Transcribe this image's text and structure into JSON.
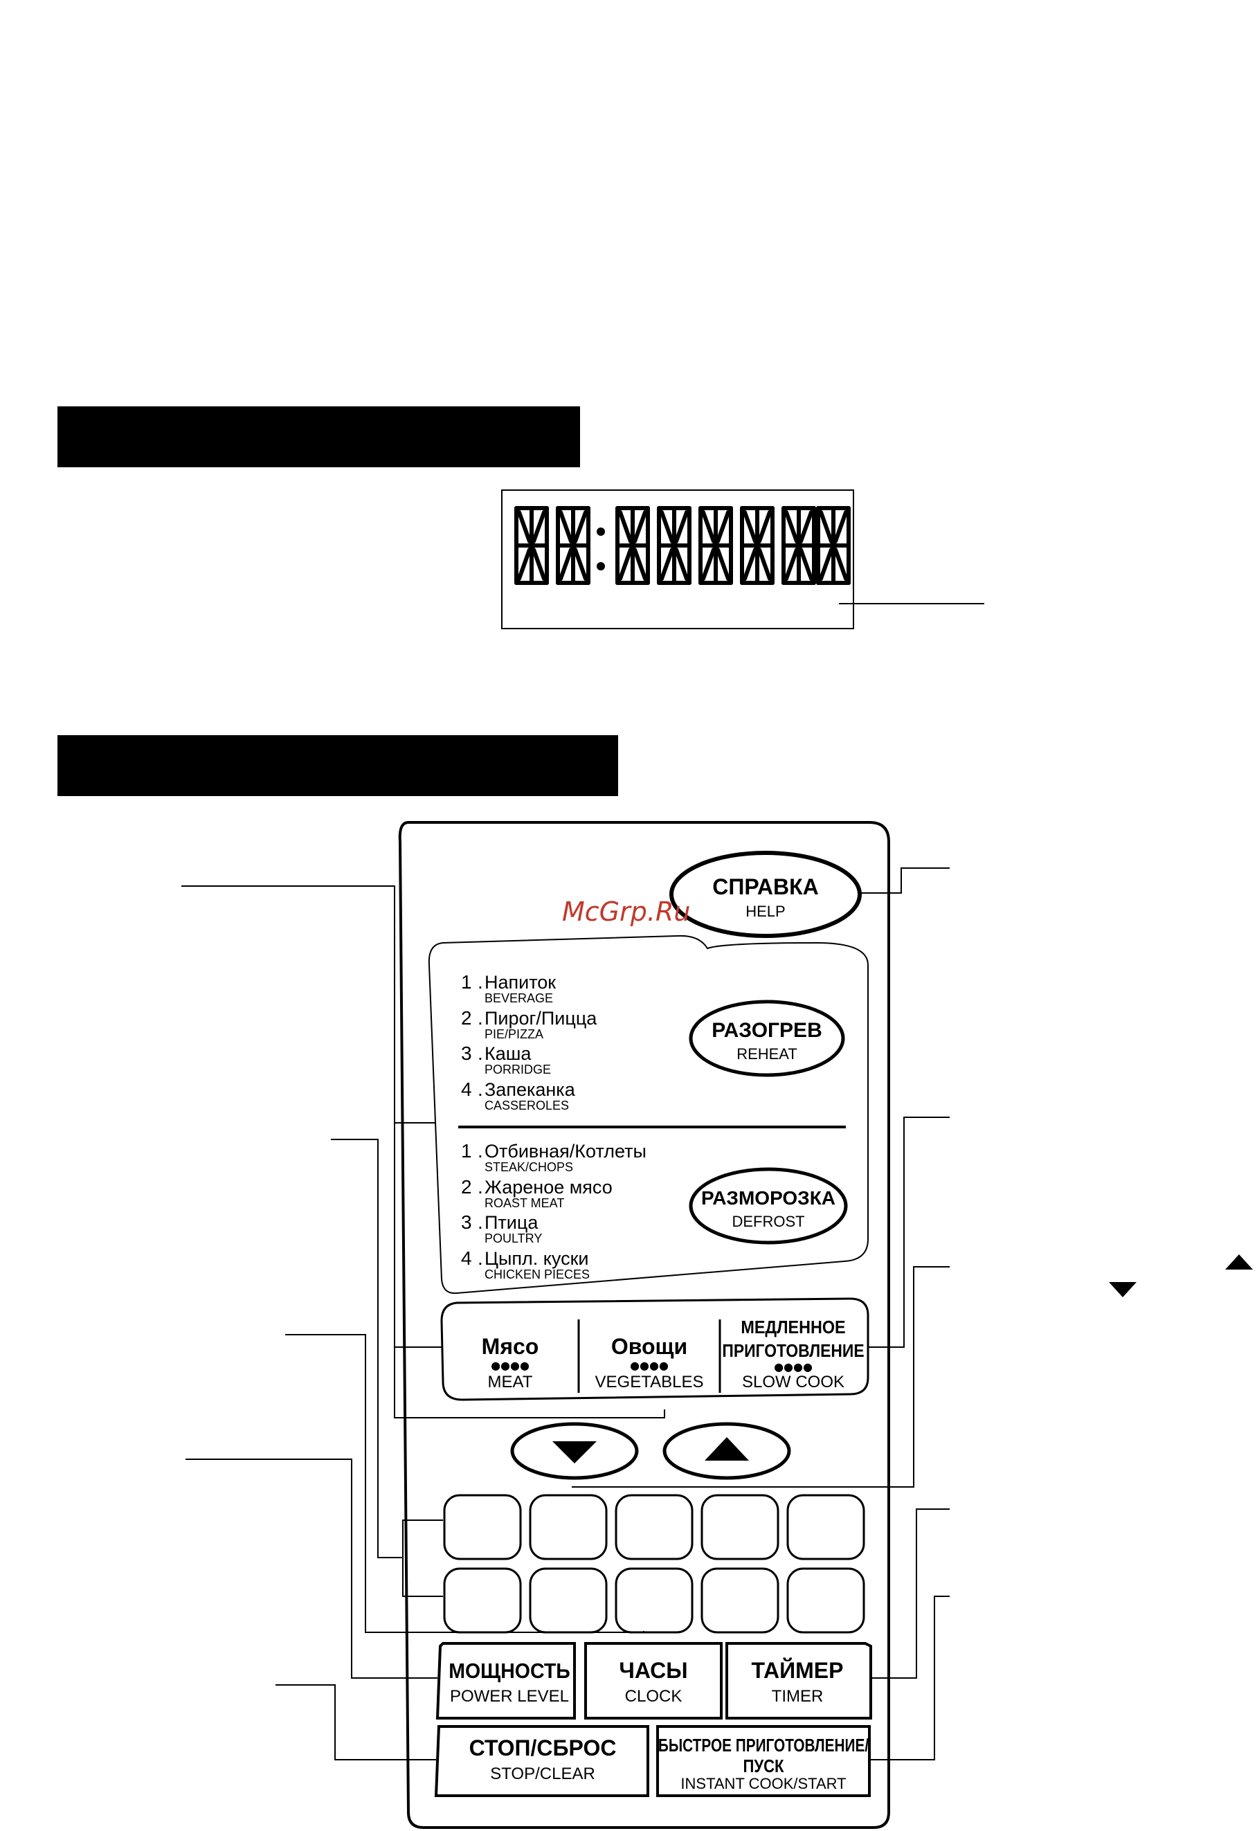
{
  "watermark": "McGrp.Ru",
  "display": {
    "segment_glyph_count": 8,
    "digit_glyph": "8"
  },
  "help": {
    "label_ru": "СПРАВКА",
    "label_en": "HELP"
  },
  "reheat": {
    "label_ru": "РАЗОГРЕВ",
    "label_en": "REHEAT",
    "items": [
      {
        "num": "1",
        "ru": "Напиток",
        "en": "BEVERAGE"
      },
      {
        "num": "2",
        "ru": "Пирог/Пицца",
        "en": "PIE/PIZZA"
      },
      {
        "num": "3",
        "ru": "Каша",
        "en": "PORRIDGE"
      },
      {
        "num": "4",
        "ru": "Запеканка",
        "en": "CASSEROLES"
      }
    ]
  },
  "defrost": {
    "label_ru": "РАЗМОРОЗКА",
    "label_en": "DEFROST",
    "items": [
      {
        "num": "1",
        "ru": "Отбивная/Котлеты",
        "en": "STEAK/CHOPS"
      },
      {
        "num": "2",
        "ru": "Жареное мясо",
        "en": "ROAST MEAT"
      },
      {
        "num": "3",
        "ru": "Птица",
        "en": "POULTRY"
      },
      {
        "num": "4",
        "ru": "Цыпл. куски",
        "en": "CHICKEN PIECES"
      }
    ]
  },
  "auto_menu": [
    {
      "ru": "Мясо",
      "dots": "●●●●",
      "en": "MEAT"
    },
    {
      "ru": "Овощи",
      "dots": "●●●●",
      "en": "VEGETABLES"
    },
    {
      "ru_line1": "МЕДЛЕННОЕ",
      "ru_line2": "ПРИГОТОВЛЕНИЕ",
      "dots": "●●●●",
      "en": "SLOW COOK"
    }
  ],
  "bottom_buttons": {
    "power": {
      "ru": "МОЩНОСТЬ",
      "en": "POWER LEVEL"
    },
    "clock": {
      "ru": "ЧАСЫ",
      "en": "CLOCK"
    },
    "timer": {
      "ru": "ТАЙМЕР",
      "en": "TIMER"
    },
    "stop": {
      "ru": "СТОП/СБРОС",
      "en": "STOP/CLEAR"
    },
    "start": {
      "ru_line1": "БЫСТРОЕ ПРИГОТОВЛЕНИЕ/",
      "ru_line2": "ПУСК",
      "en": "INSTANT COOK/START"
    }
  },
  "arrows": {
    "down_icon": "triangle-down",
    "up_icon": "triangle-up"
  },
  "colors": {
    "ink": "#000000",
    "paper": "#ffffff",
    "watermark": "#c0392b"
  }
}
